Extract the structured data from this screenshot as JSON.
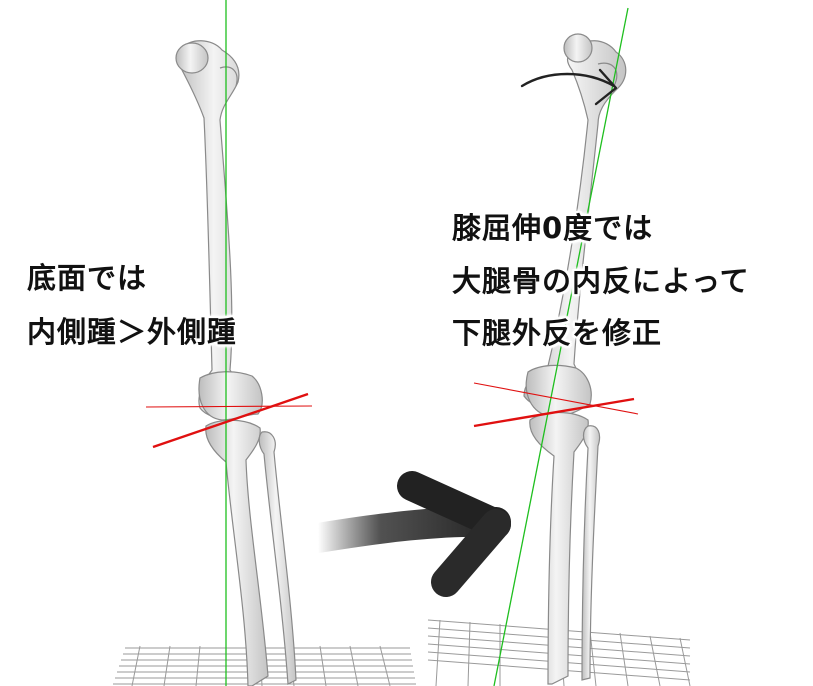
{
  "left_panel": {
    "caption_lines": [
      "底面では",
      "内側踵＞外側踵"
    ]
  },
  "right_panel": {
    "caption_lines": [
      "膝屈伸0度では",
      "大腿骨の内反によって",
      "下腿外反を修正"
    ]
  },
  "colors": {
    "axis_green": "#1fbf1f",
    "alignment_red": "#e01010",
    "bone_fill": "#e6e6e6",
    "bone_stroke": "#8a8a8a",
    "grid": "#9a9a9a",
    "arrow": "#222222"
  }
}
